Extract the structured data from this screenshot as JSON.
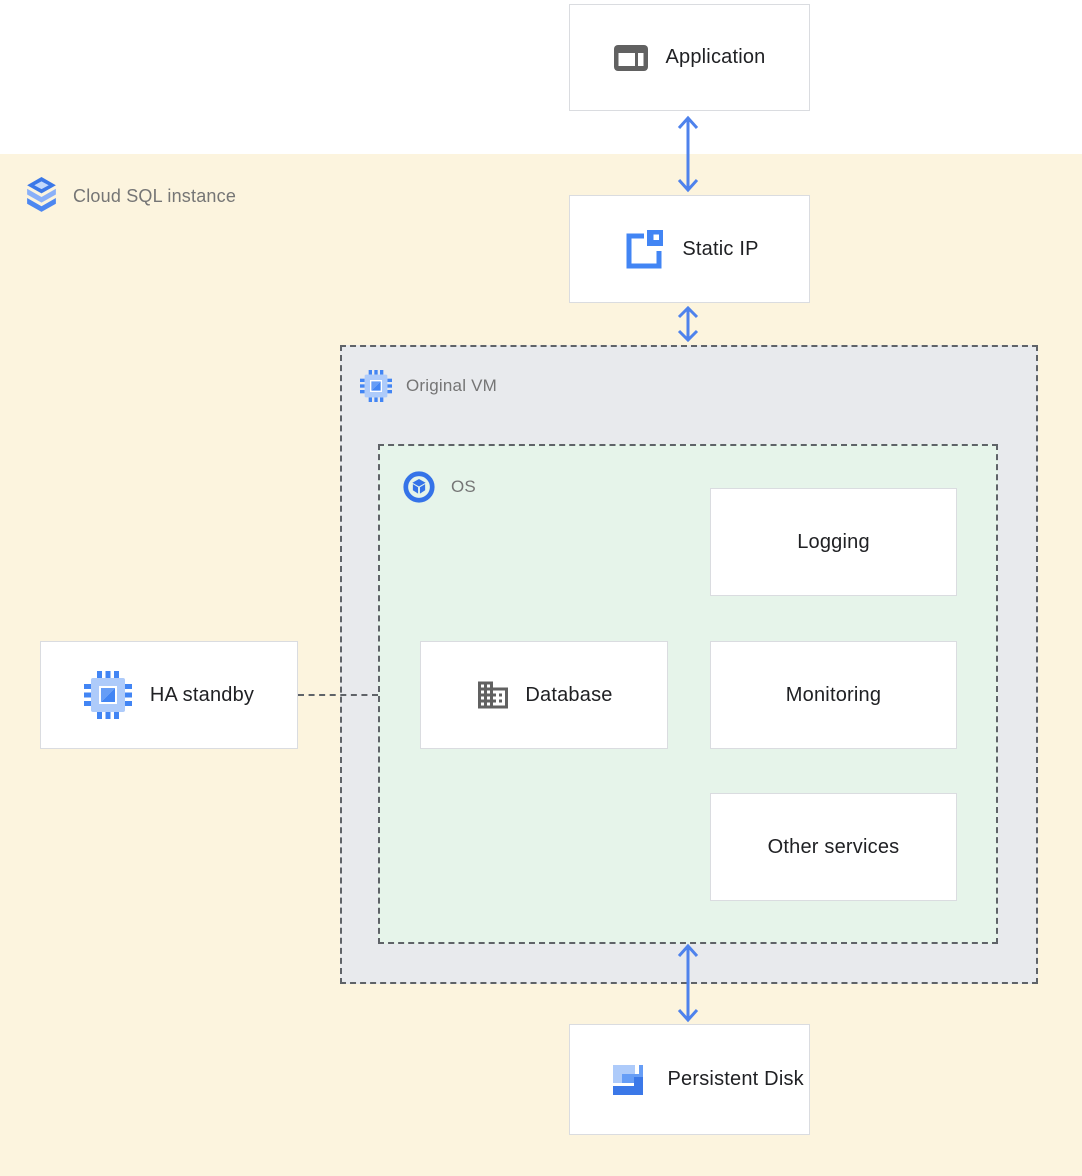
{
  "colors": {
    "canvas_top_bg": "#ffffff",
    "cloud_zone_bg": "#fcf4de",
    "vm_zone_bg": "#e8eaed",
    "os_zone_bg": "#e6f4ea",
    "node_bg": "#ffffff",
    "node_border": "#dadce0",
    "dashed_border": "#5f6368",
    "arrow_blue": "#4e82ec",
    "node_text": "#202124",
    "zone_label_text": "#757575",
    "icon_gray": "#616161",
    "icon_blue": "#4285f4",
    "icon_blue_light": "#aecbfa",
    "icon_blue_mid": "#669df6"
  },
  "zones": {
    "cloud_sql": {
      "label": "Cloud SQL instance",
      "icon": "cloud-sql-icon"
    },
    "original_vm": {
      "label": "Original VM",
      "icon": "compute-engine-icon"
    },
    "os": {
      "label": "OS",
      "icon": "os-icon"
    }
  },
  "nodes": {
    "application": {
      "label": "Application",
      "icon": "application-window-icon"
    },
    "static_ip": {
      "label": "Static IP",
      "icon": "static-ip-icon"
    },
    "logging": {
      "label": "Logging"
    },
    "database": {
      "label": "Database",
      "icon": "building-icon"
    },
    "monitoring": {
      "label": "Monitoring"
    },
    "other_services": {
      "label": "Other services"
    },
    "ha_standby": {
      "label": "HA standby",
      "icon": "compute-engine-icon"
    },
    "persistent_disk": {
      "label": "Persistent Disk",
      "icon": "persistent-disk-icon"
    }
  },
  "connectors": {
    "app_to_static_ip": "bidirectional-arrow",
    "static_ip_to_vm": "bidirectional-arrow",
    "os_to_persistent_disk": "bidirectional-arrow",
    "ha_standby_to_vm": "dashed-line"
  }
}
